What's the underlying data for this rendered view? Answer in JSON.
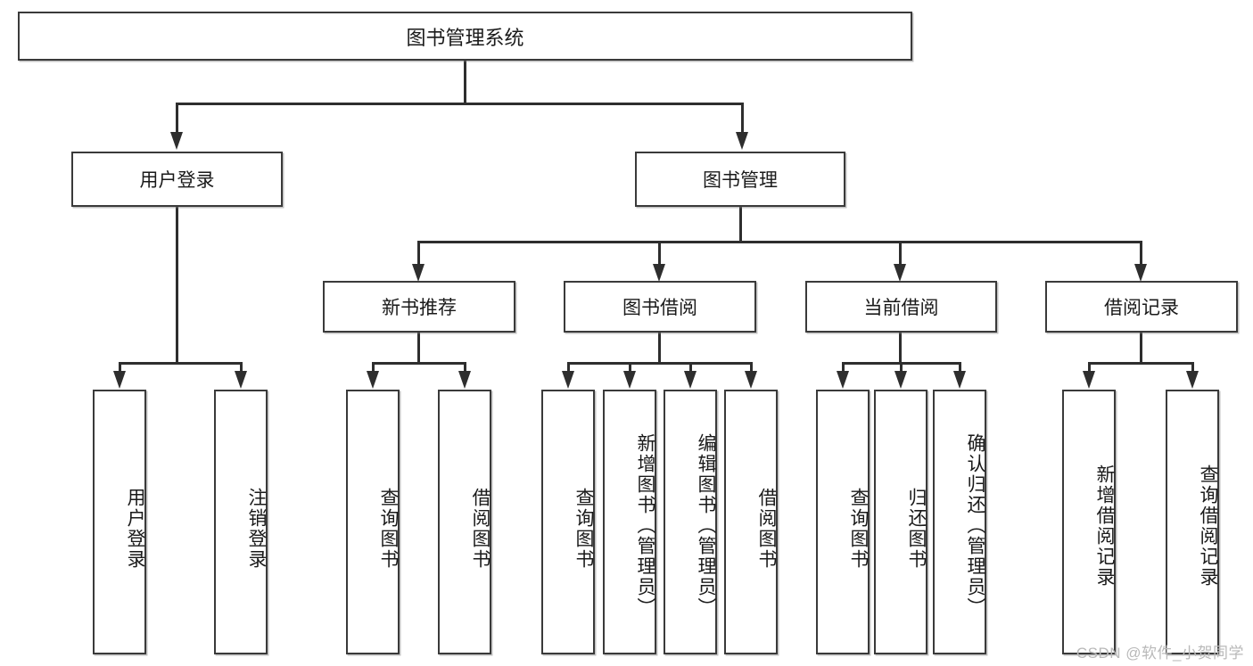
{
  "diagram": {
    "title": "图书管理系统",
    "type": "hierarchy-tree",
    "watermark": "CSDN @软件_小贺同学",
    "colors": {
      "border": "#3a3a3a",
      "connector": "#2e2e2e",
      "background": "#ffffff",
      "text": "#1a1a1a",
      "watermark": "#b9b9b9"
    },
    "nodes": {
      "root": {
        "label": "图书管理系统"
      },
      "level2": [
        {
          "id": "user-login",
          "label": "用户登录"
        },
        {
          "id": "book-manage",
          "label": "图书管理"
        }
      ],
      "level3": [
        {
          "id": "new-book-recommend",
          "label": "新书推荐"
        },
        {
          "id": "book-borrow",
          "label": "图书借阅"
        },
        {
          "id": "current-borrow",
          "label": "当前借阅"
        },
        {
          "id": "borrow-record",
          "label": "借阅记录"
        }
      ],
      "leaves": {
        "user_login": [
          {
            "id": "leaf-user-login",
            "label": "用户登录"
          },
          {
            "id": "leaf-logout-login",
            "label": "注销登录"
          }
        ],
        "new_book_recommend": [
          {
            "id": "leaf-query-book-1",
            "label": "查询图书"
          },
          {
            "id": "leaf-borrow-book-1",
            "label": "借阅图书"
          }
        ],
        "book_borrow": [
          {
            "id": "leaf-query-book-2",
            "label": "查询图书"
          },
          {
            "id": "leaf-add-book",
            "label": "新增图书（管理员）"
          },
          {
            "id": "leaf-edit-book",
            "label": "编辑图书（管理员）"
          },
          {
            "id": "leaf-borrow-book-2",
            "label": "借阅图书"
          }
        ],
        "current_borrow": [
          {
            "id": "leaf-query-book-3",
            "label": "查询图书"
          },
          {
            "id": "leaf-return-book",
            "label": "归还图书"
          },
          {
            "id": "leaf-confirm-return",
            "label": "确认归还（管理员）"
          }
        ],
        "borrow_record": [
          {
            "id": "leaf-add-borrow-record",
            "label": "新增借阅记录"
          },
          {
            "id": "leaf-query-borrow-record",
            "label": "查询借阅记录"
          }
        ]
      }
    }
  }
}
